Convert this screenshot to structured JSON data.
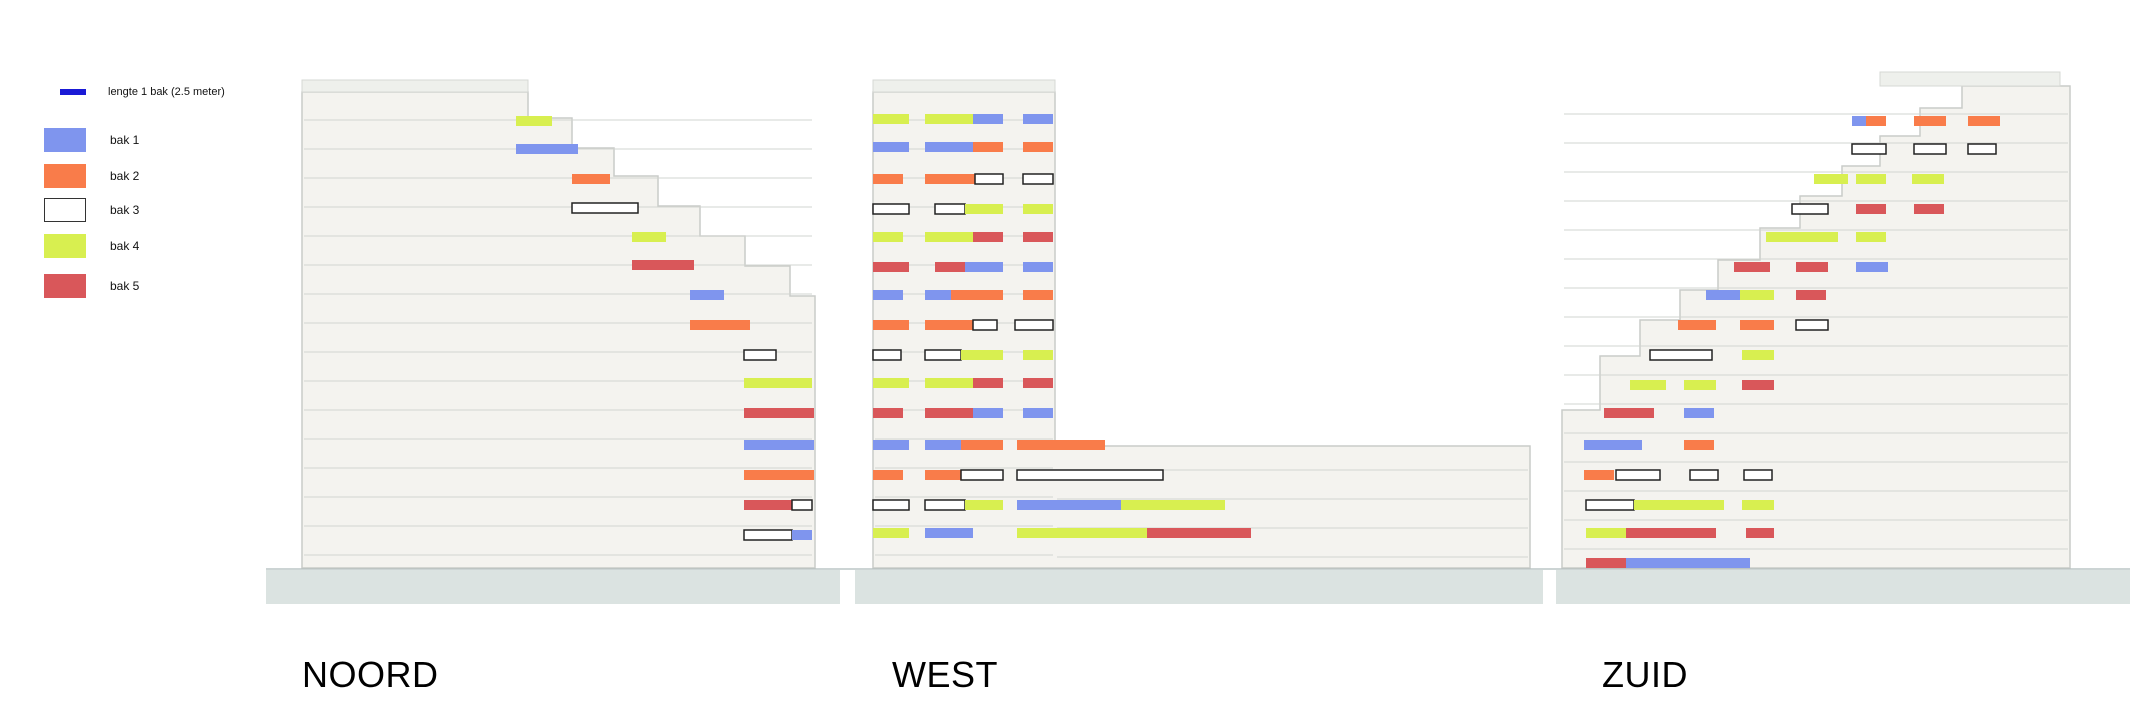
{
  "legend": {
    "scale_label": "lengte 1 bak (2.5 meter)",
    "items": [
      {
        "label": "bak 1",
        "color": "#7f95ee"
      },
      {
        "label": "bak 2",
        "color": "#f97c4a"
      },
      {
        "label": "bak 3",
        "color": "#ffffff"
      },
      {
        "label": "bak 4",
        "color": "#d8ef50"
      },
      {
        "label": "bak 5",
        "color": "#d9575a"
      }
    ]
  },
  "elevations": {
    "noord": "NOORD",
    "west": "WEST",
    "zuid": "ZUID"
  },
  "colors": {
    "ground": "#dbe3e1",
    "building_line": "#c9ccc9",
    "building_fill": "#f4f3ef",
    "greenery": "#a8d68a"
  }
}
